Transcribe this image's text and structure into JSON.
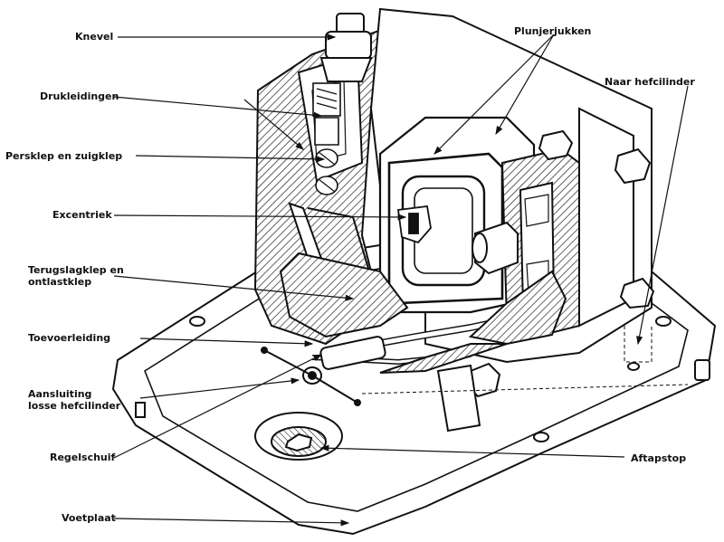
{
  "labels": {
    "knevel": "Knevel",
    "drukleidingen": "Drukleidingen",
    "persklep": "Persklep en zuigklep",
    "excentriek": "Excentriek",
    "terugslag_line1": "Terugslagklep en",
    "terugslag_line2": "ontlastklep",
    "toevoerleiding": "Toevoerleiding",
    "aansluiting_line1": "Aansluiting",
    "aansluiting_line2": "losse hefcilinder",
    "regelschuif": "Regelschuif",
    "voetplaat": "Voetplaat",
    "plunjerjukken": "Plunjerjukken",
    "naar_hefcilinder": "Naar hefcilinder",
    "aftapstop": "Aftapstop"
  },
  "colors": {
    "ink": "#111111",
    "paper": "#ffffff",
    "hatch": "#222222"
  }
}
